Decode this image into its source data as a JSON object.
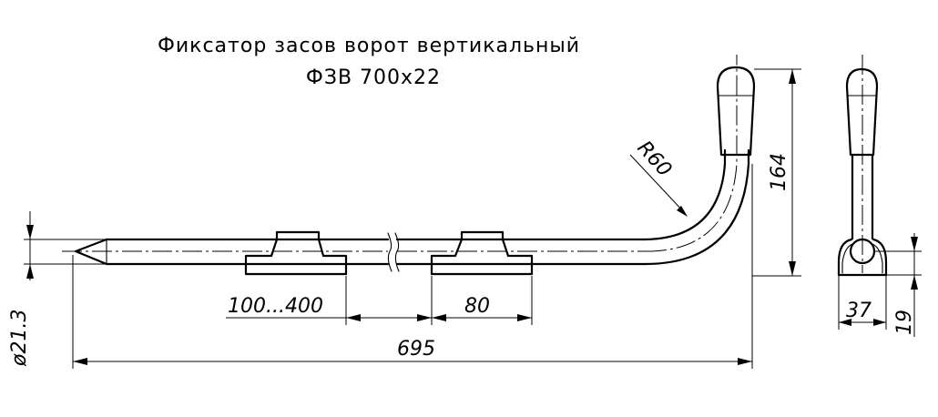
{
  "title": {
    "line1": "Фиксатор засов ворот вертикальный",
    "line2": "ФЗВ 700х22"
  },
  "dimensions": {
    "radius": "R60",
    "height": "164",
    "spacing": "100...400",
    "bracket_width": "80",
    "total_length": "695",
    "diameter": "ø21.3",
    "side_width": "37",
    "side_height": "19"
  }
}
